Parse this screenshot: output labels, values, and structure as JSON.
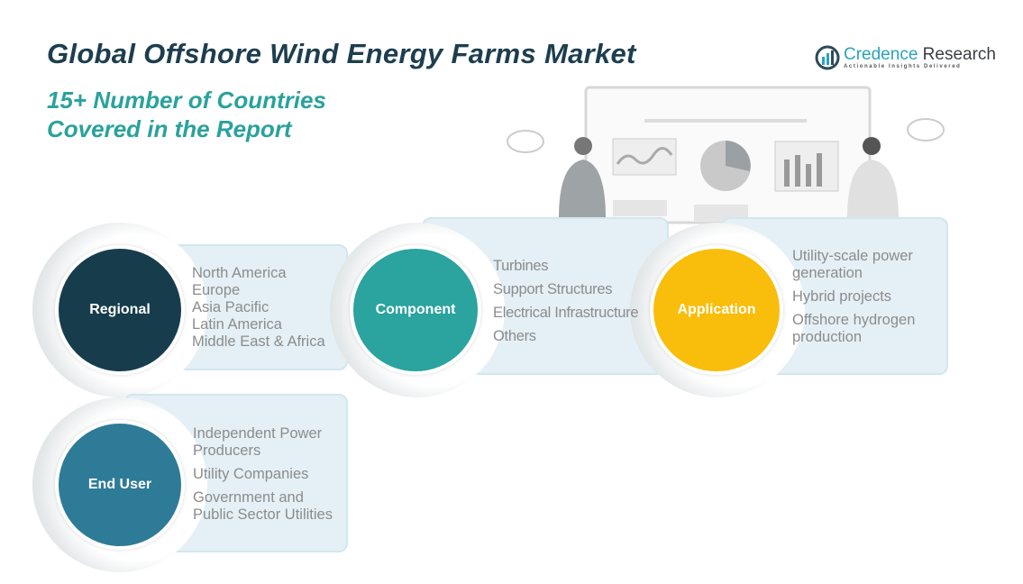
{
  "title": "Global Offshore Wind Energy Farms Market",
  "subtitle": [
    "15+ Number of Countries",
    "Covered in the Report"
  ],
  "logo": {
    "name_a": "Credence",
    "name_b": " Research",
    "tagline": "Actionable Insights Delivered"
  },
  "colors": {
    "regional": "#173d4d",
    "component": "#2ba39f",
    "application": "#f9bd0b",
    "end_user": "#2e7b98"
  },
  "segments": {
    "regional": {
      "label": "Regional",
      "items": [
        "North America",
        "Europe",
        "Asia Pacific",
        "Latin America",
        "Middle East & Africa"
      ]
    },
    "component": {
      "label": "Component",
      "items": [
        "Turbines",
        "Support Structures",
        "Electrical Infrastructure",
        "Others"
      ]
    },
    "application": {
      "label": "Application",
      "items": [
        "Utility-scale power generation",
        "Hybrid projects",
        "Offshore hydrogen production"
      ]
    },
    "end_user": {
      "label": "End User",
      "items": [
        "Independent Power Producers",
        "Utility Companies",
        "Government and Public Sector Utilities"
      ]
    }
  }
}
